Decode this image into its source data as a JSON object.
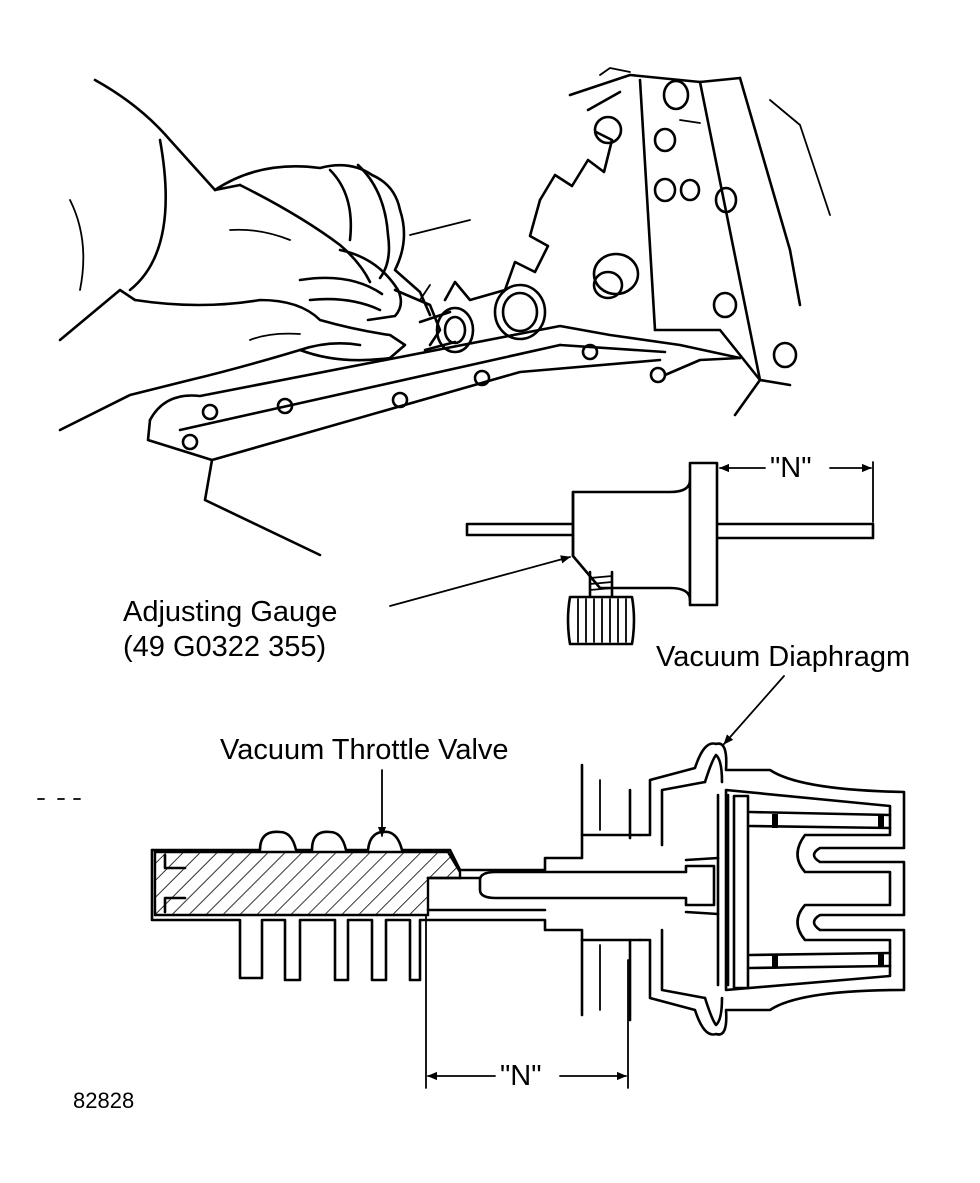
{
  "labels": {
    "adjusting_gauge_line1": "Adjusting Gauge",
    "adjusting_gauge_line2": "(49 G0322 355)",
    "vacuum_diaphragm": "Vacuum Diaphragm",
    "vacuum_throttle_valve": "Vacuum Throttle Valve",
    "dimension_gauge": "\"N\"",
    "dimension_valve": "\"N\"",
    "figure_number": "82828"
  },
  "colors": {
    "ink": "#000000",
    "paper": "#ffffff"
  }
}
